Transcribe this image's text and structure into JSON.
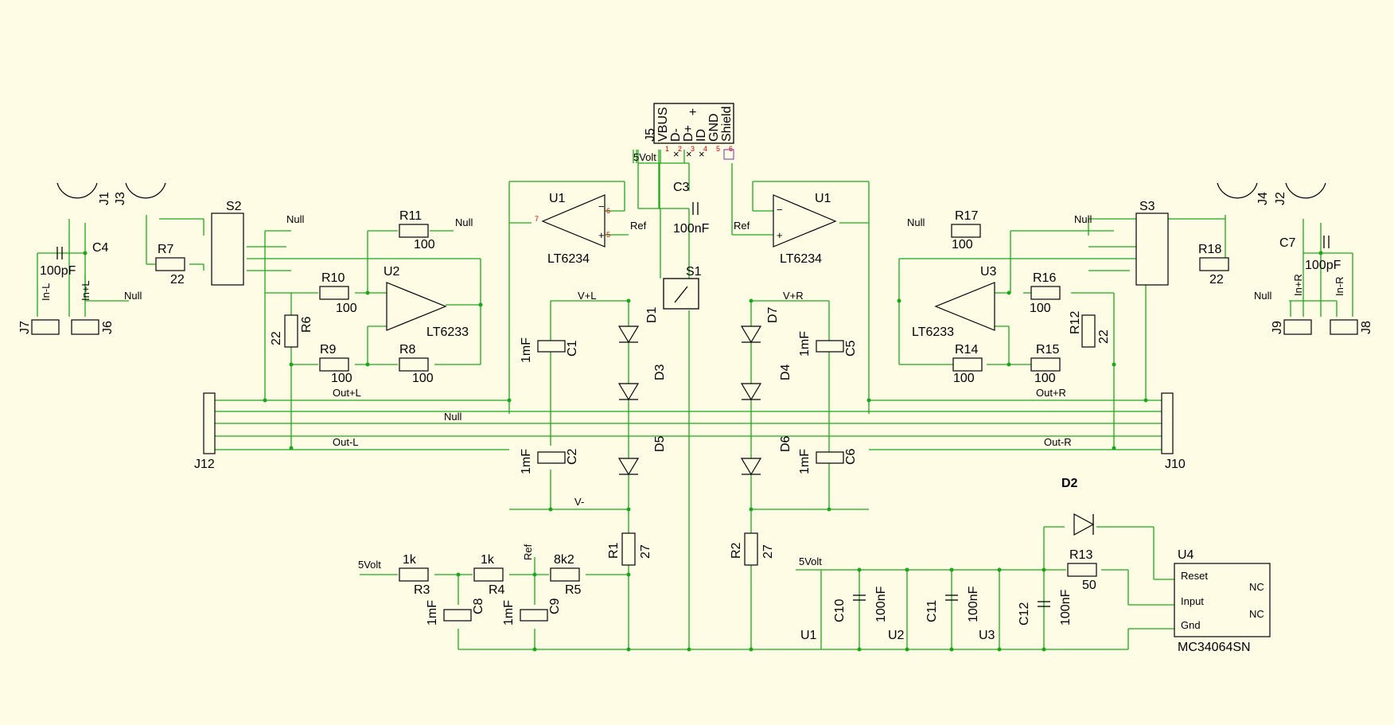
{
  "colors": {
    "background": "#fffce6",
    "wire": "#1aa81a",
    "symbol": "#000000",
    "pin_number": "#cc0000"
  },
  "components": {
    "J1": "J1",
    "J2": "J2",
    "J3": "J3",
    "J4": "J4",
    "J5": "J5",
    "J6": "J6",
    "J7": "J7",
    "J8": "J8",
    "J9": "J9",
    "J10": "J10",
    "J12": "J12",
    "C1": "C1",
    "C2": "C2",
    "C3": "C3",
    "C4": "C4",
    "C5": "C5",
    "C6": "C6",
    "C7": "C7",
    "C8": "C8",
    "C9": "C9",
    "C10": "C10",
    "C11": "C11",
    "C12": "C12",
    "R1": "R1",
    "R2": "R2",
    "R3": "R3",
    "R4": "R4",
    "R5": "R5",
    "R6": "R6",
    "R7": "R7",
    "R8": "R8",
    "R9": "R9",
    "R10": "R10",
    "R11": "R11",
    "R12": "R12",
    "R13": "R13",
    "R14": "R14",
    "R15": "R15",
    "R16": "R16",
    "R17": "R17",
    "R18": "R18",
    "D1": "D1",
    "D2": "D2",
    "D3": "D3",
    "D4": "D4",
    "D5": "D5",
    "D6": "D6",
    "D7": "D7",
    "S1": "S1",
    "S2": "S2",
    "S3": "S3",
    "U1": "U1",
    "U2": "U2",
    "U3": "U3",
    "U4": "U4"
  },
  "values": {
    "v22": "22",
    "v100": "100",
    "v27": "27",
    "v1k": "1k",
    "v8k2": "8k2",
    "v50": "50",
    "c100pF": "100pF",
    "c100nF": "100nF",
    "c1mF": "1mF",
    "LT6234": "LT6234",
    "LT6233": "LT6233",
    "MC34064SN": "MC34064SN"
  },
  "nets": {
    "null": "Null",
    "ref": "Ref",
    "five_volt": "5Volt",
    "vplus_l": "V+L",
    "vplus_r": "V+R",
    "vminus": "V-",
    "out_plus_l": "Out+L",
    "out_minus_l": "Out-L",
    "out_plus_r": "Out+R",
    "out_minus_r": "Out-R",
    "in_minus_l": "In-L",
    "in_plus_l": "In+L",
    "in_plus_r": "In+R",
    "in_minus_r": "In-R"
  },
  "j5_pins": [
    "VBUS",
    "D-",
    "D+",
    "ID",
    "GND",
    "Shield"
  ],
  "u4_pins": {
    "reset": "Reset",
    "input": "Input",
    "gnd": "Gnd",
    "nc": "NC"
  }
}
